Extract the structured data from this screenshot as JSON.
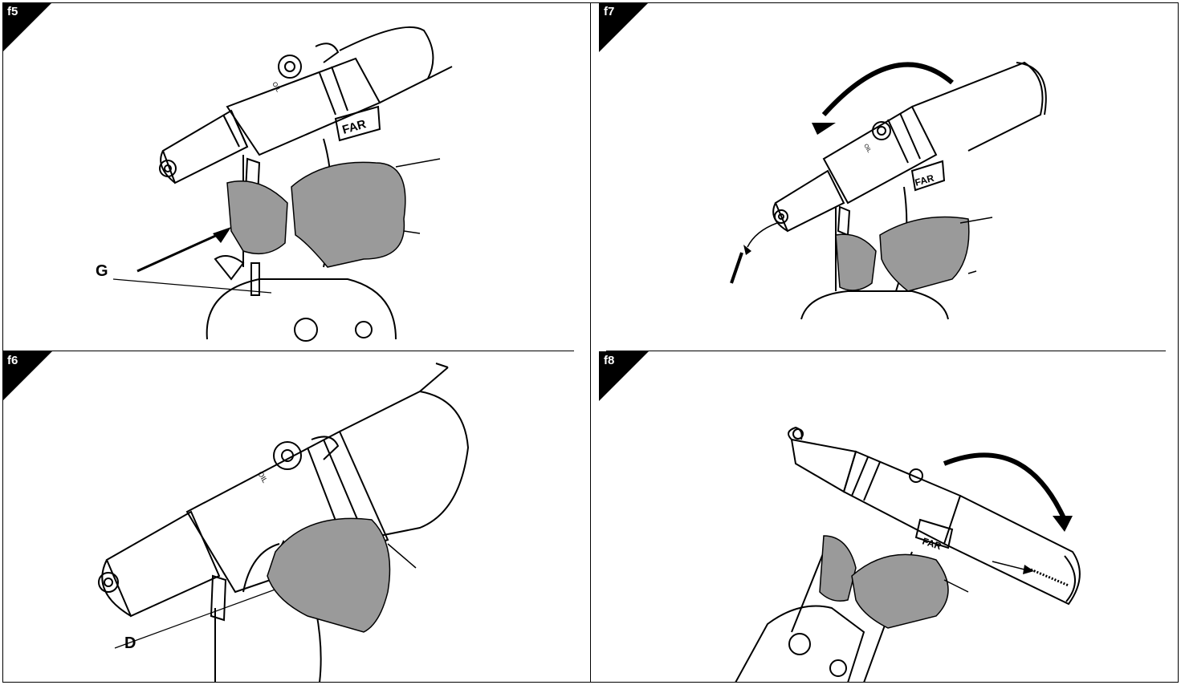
{
  "figures": [
    {
      "id": "f5",
      "label": "f5",
      "callout": "G",
      "logo_text": "FAR",
      "oil_text": "OIL"
    },
    {
      "id": "f7",
      "label": "f7",
      "logo_text": "FAR",
      "oil_text": "OIL"
    },
    {
      "id": "f6",
      "label": "f6",
      "callout": "D",
      "oil_text": "OIL"
    },
    {
      "id": "f8",
      "label": "f8",
      "logo_text": "FAR"
    }
  ],
  "colors": {
    "ink": "#000000",
    "glove": "#9a9a9a",
    "paper": "#ffffff"
  }
}
